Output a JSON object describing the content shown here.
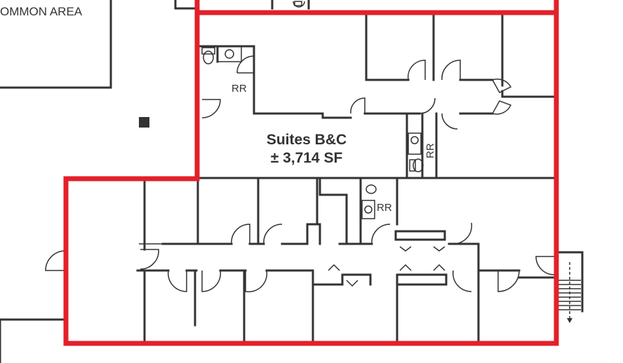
{
  "labels": {
    "common_area": "OMMON AREA",
    "rr_top": "RR",
    "rr_middle": "RR",
    "rr_lower": "RR",
    "suite_name": "Suites B&C",
    "suite_area": "± 3,714 SF"
  },
  "colors": {
    "suite_outline": "#e3202a",
    "walls": "#333333",
    "background": "#ffffff"
  }
}
